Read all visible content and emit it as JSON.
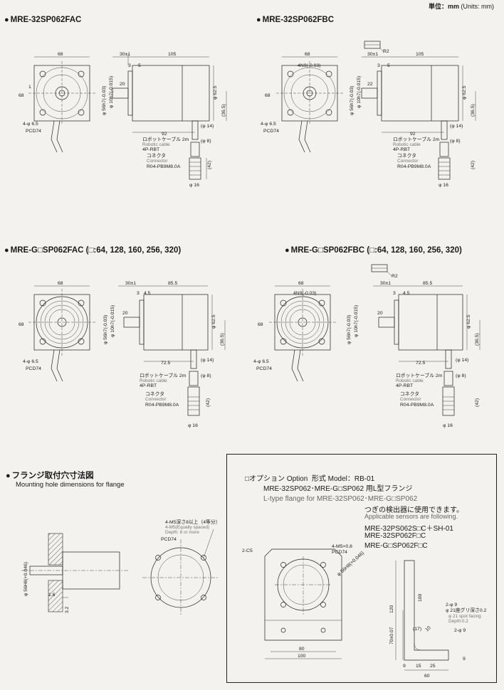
{
  "page": {
    "unit_label": "単位：mm",
    "unit_sub": "(Units: mm)"
  },
  "sections": {
    "fac": {
      "title": "MRE-32SP062FAC"
    },
    "fbc": {
      "title": "MRE-32SP062FBC"
    },
    "gfac": {
      "title": "MRE-G□SP062FAC (□:64, 128, 160, 256, 320)"
    },
    "gfbc": {
      "title": "MRE-G□SP062FBC (□:64, 128, 160, 256, 320)"
    },
    "flange": {
      "title": "フランジ取付穴寸法図",
      "subtitle": "Mounting hole dimensions for flange"
    }
  },
  "dims": {
    "d68": "68",
    "d105": "105",
    "d85_5": "85.5",
    "d30": "30±1",
    "d3": "3",
    "d5": "5",
    "d4_5": "4.5",
    "d20": "20",
    "d22": "22",
    "d1": "1",
    "phi62_5": "φ 62.5",
    "d36_5": "(36.5)",
    "phi14": "(φ 14)",
    "phi8": "(φ 8)",
    "d92": "92",
    "d72_5": "72.5",
    "d42": "(42)",
    "phi16": "φ 16",
    "holes": "4-φ 6.5",
    "pcd": "PCD74",
    "r2": "R2",
    "n4n9": "4N9(-0.03)",
    "shaft56": "φ 56h7(-0.03)",
    "shaft10": "φ 10h7(-0.015)",
    "cable_jp": "ロボットケーブル 2m",
    "cable_en": "Robotic cable",
    "cable_code": "4P-RBT",
    "conn_jp": "コネクタ",
    "conn_en": "Connector",
    "conn_code": "R04-PB9M8.0A"
  },
  "flange_dims": {
    "m5_jp": "4-M5深さ8以上（4等分）",
    "m5_en": "4-M5(Equally spaced)",
    "m5_depth": "Depth: 8 or more",
    "pcd": "PCD74",
    "shaft": "φ 56H8(+0.046)",
    "d1_6": "1.6",
    "d3_2": "3.2"
  },
  "option": {
    "line1_jp": "□オプション",
    "line1_en": "Option",
    "line1_form": "形式 Model：RB-01",
    "line2": "MRE-32SP062･MRE-G□SP062 用L型フランジ",
    "line3": "L-type flange for MRE-32SP062･MRE-G□SP062",
    "line4": "つぎの検出器に使用できます。",
    "line5": "Applicable sensors are following.",
    "sensors": [
      "MRE-32PS062S□C＋SH-01",
      "MRE-32SP062F□C",
      "MRE-G□SP062F□C"
    ],
    "labels": {
      "c5": "2-C5",
      "m5": "4-M5×0.8",
      "pcd": "PCD74",
      "bore": "φ 56H8(+0.046)",
      "d80": "80",
      "d100": "100",
      "d120": "120",
      "d70": "70±0.07",
      "d100v": "100",
      "d9a": "9",
      "d15": "15",
      "d25": "25",
      "d60": "60",
      "d9b": "9",
      "d17": "(17)",
      "d10": "10",
      "holes2_jp": "2-φ 9",
      "cbore_jp": "φ 21座グリ深さ0.2",
      "cbore_en": "φ 21 spot facing",
      "depth_en": "Depth:0.2",
      "holes2b": "2-φ 9"
    }
  }
}
